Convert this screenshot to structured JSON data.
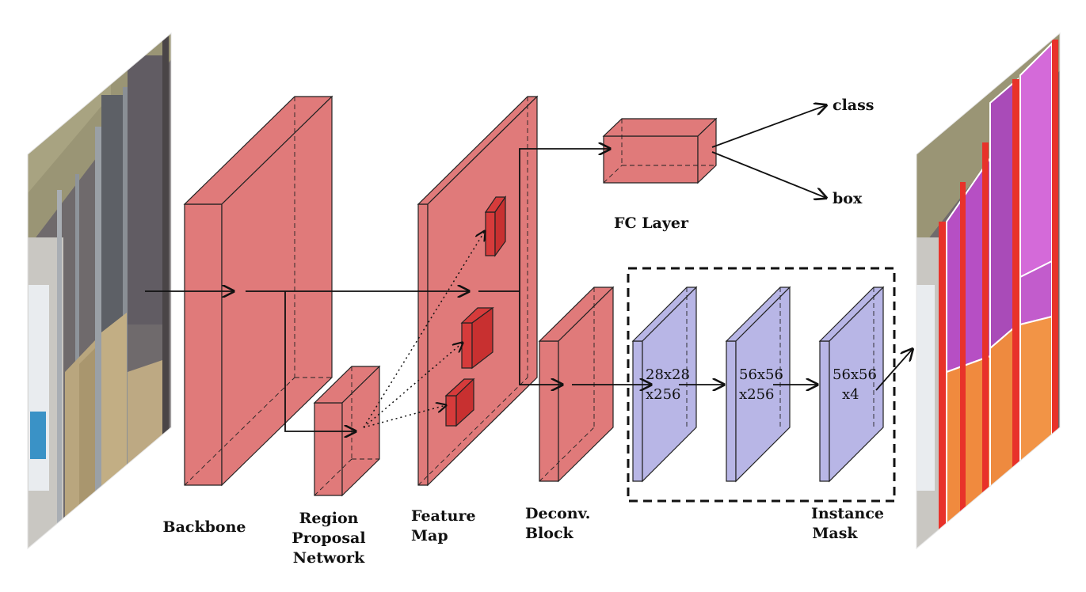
{
  "labels": {
    "backbone": "Backbone",
    "rpn_1": "Region",
    "rpn_2": "Proposal",
    "rpn_3": "Network",
    "feature_1": "Feature",
    "feature_2": "Map",
    "deconv_1": "Deconv.",
    "deconv_2": "Block",
    "fc_layer": "FC Layer",
    "mask_1": "Instance",
    "mask_2": "Mask",
    "out_class": "class",
    "out_box": "box"
  },
  "mask_blocks": [
    {
      "line1": "28x28",
      "line2": "x256"
    },
    {
      "line1": "56x56",
      "line2": "x256"
    },
    {
      "line1": "56x56",
      "line2": "x4"
    }
  ],
  "colors": {
    "network_block": "#e07a7a",
    "roi_block": "#d63b3b",
    "mask_block": "#b8b6e6",
    "photo_wall": "#6f6a6c",
    "mask_purple": "#b64fc4",
    "mask_orange": "#f08a3e"
  }
}
